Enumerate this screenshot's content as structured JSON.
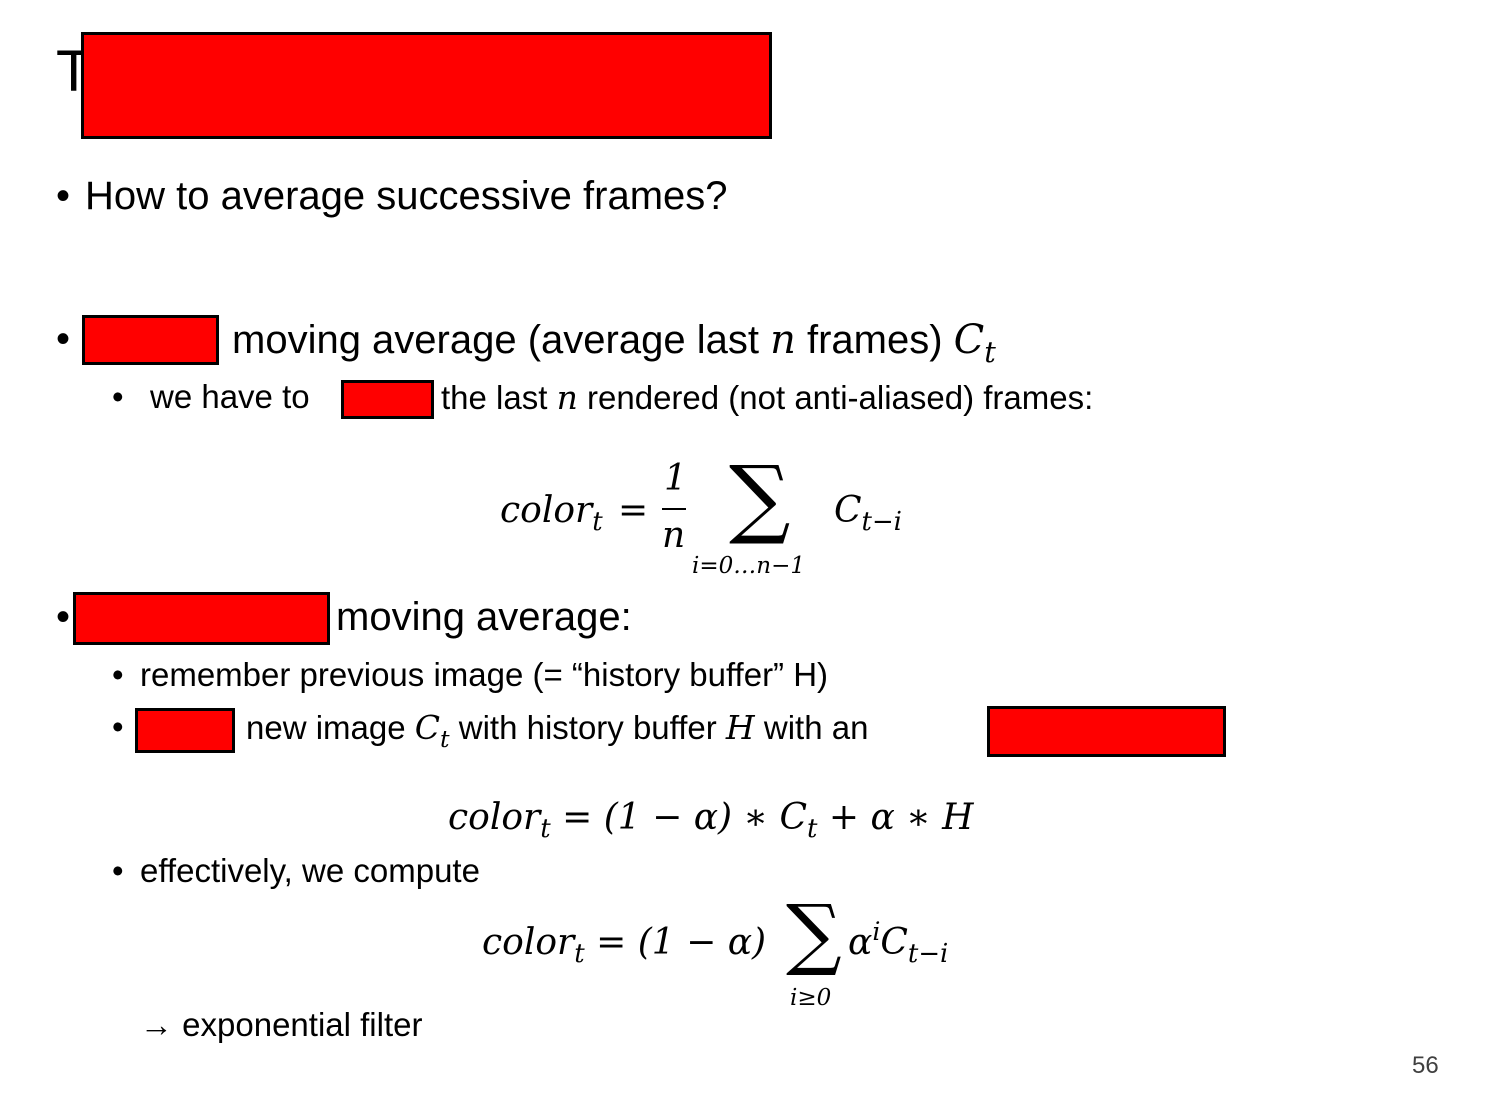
{
  "slide": {
    "title_initial": "T",
    "bullet_glyph": "•",
    "q1": "How to average successive frames?",
    "b2": {
      "text_a": "moving average (average last",
      "var_n": "n",
      "text_b": "frames)",
      "C": "C",
      "t": "t"
    },
    "b2a": {
      "text_a": "we have to",
      "text_b": "the last",
      "var_n": "n",
      "text_c": "rendered (not anti-aliased) frames:"
    },
    "eq1": {
      "lhs": "color",
      "t": "t",
      "eq": "=",
      "num": "1",
      "den": "n",
      "sigma": "∑",
      "range": "i=0…n−1",
      "C": "C",
      "sub": "t−i"
    },
    "b3": {
      "text": "moving average:"
    },
    "b3a": {
      "text": "remember previous image (= “history buffer” H)"
    },
    "b3b": {
      "text_a": "new image",
      "C": "C",
      "t": "t",
      "text_b": "with history buffer",
      "H": "H",
      "text_c": "with an"
    },
    "eq2": {
      "lhs": "color",
      "t": "t",
      "rhs_a": "= (1 − α) ∗",
      "C": "C",
      "t2": "t",
      "rhs_b": "+ α ∗ H"
    },
    "b3c": {
      "text": "effectively, we compute"
    },
    "eq3": {
      "lhs": "color",
      "t": "t",
      "rhs_a": "= (1 − α)",
      "sigma": "∑",
      "range": "i≥0",
      "alpha": "α",
      "i": "i",
      "C": "C",
      "sub": "t−i"
    },
    "arrow_line": "→ exponential filter",
    "page_number": "56"
  }
}
